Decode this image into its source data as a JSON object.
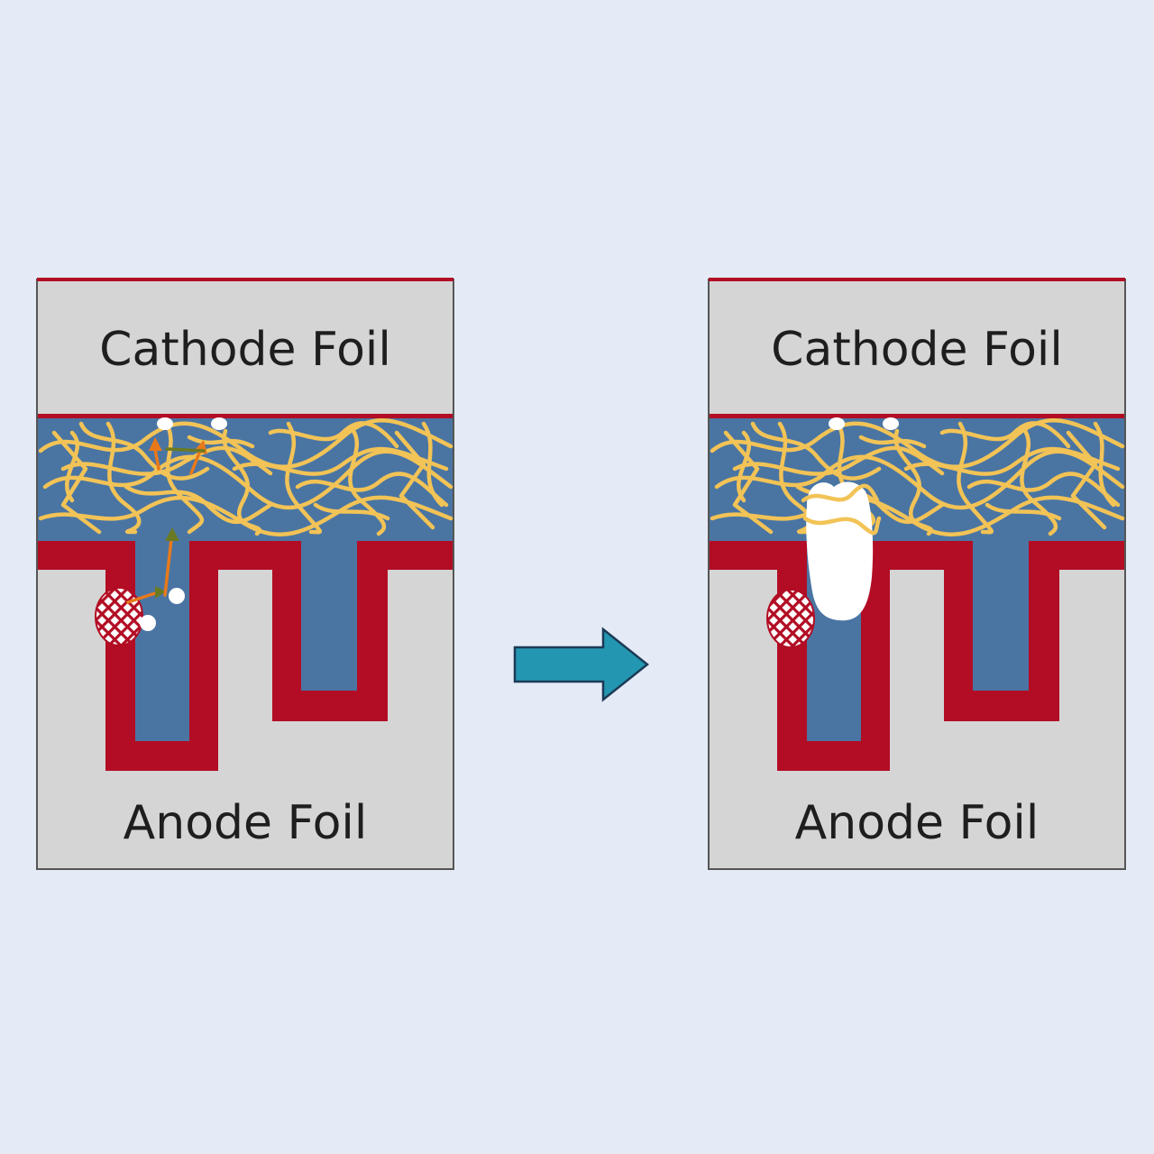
{
  "panels": {
    "before": {
      "cathode_label": "Cathode Foil",
      "anode_label": "Anode Foil"
    },
    "after": {
      "cathode_label": "Cathode Foil",
      "anode_label": "Anode Foil"
    }
  },
  "colors": {
    "background": "#e4ebf6",
    "foil": "#d5d5d5",
    "oxide_layer": "#b20d24",
    "electrolyte": "#4a75a3",
    "separator_fibers": "#f2c356",
    "arrow": "#2397b2",
    "migration_arrow_orange": "#e8791b",
    "migration_arrow_green": "#6a7a22",
    "gas_void": "#ffffff"
  },
  "icons": {
    "process_arrow": "right-arrow-icon",
    "defect_particle": "crosshatch-particle-icon"
  }
}
